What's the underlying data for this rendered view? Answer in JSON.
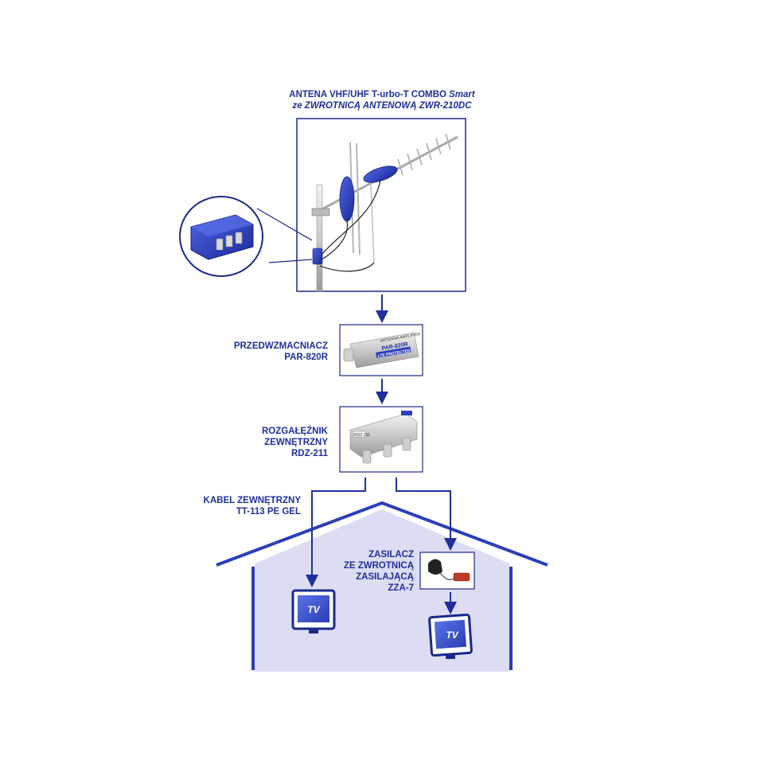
{
  "antenna": {
    "title_line1_prefix": "ANTENA VHF/UHF T-urbo-T COMBO ",
    "title_line1_emph": "Smart",
    "title_line2": "ze ZWROTNICĄ ANTENOWĄ ZWR-210DC"
  },
  "preamp": {
    "label_line1": "PRZEDWZMACNIACZ",
    "label_line2": "PAR-820R",
    "device_text_1": "ANTENNA AMPLIFIER",
    "device_text_2": "PAR-820R",
    "device_text_3": "LTE PROTECTED"
  },
  "splitter": {
    "label_line1": "ROZGAŁĘŹNIK",
    "label_line2": "ZEWNĘTRZNY",
    "label_line3": "RDZ-211",
    "device_text": "RDZ-211"
  },
  "cable": {
    "label_line1": "KABEL ZEWNĘTRZNY",
    "label_line2": "TT-113 PE GEL"
  },
  "power": {
    "label_line1": "ZASILACZ",
    "label_line2": "ZE ZWROTNICĄ",
    "label_line3": "ZASILAJĄCĄ",
    "label_line4": "ZZA-7"
  },
  "tv": {
    "left_label": "TV",
    "right_label": "TV"
  },
  "colors": {
    "accent": "#1f2f9e",
    "house_fill": "#dcdcf3",
    "device_blue": "#2b3fb8",
    "frame": "#1a2a8a"
  }
}
